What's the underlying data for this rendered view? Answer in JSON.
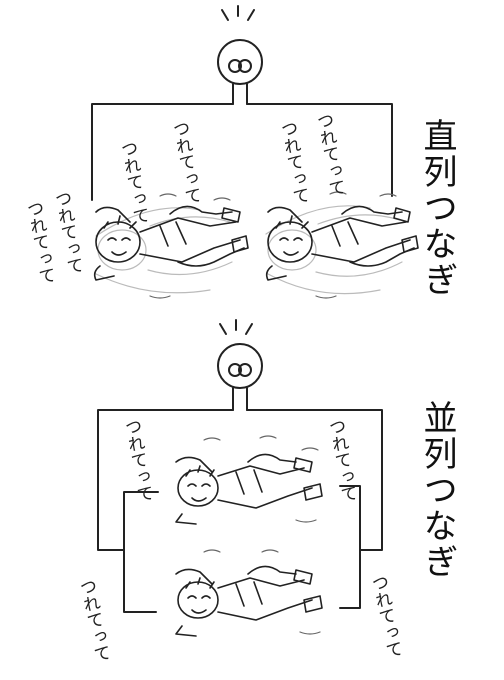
{
  "title_series": "直列つなぎ",
  "title_parallel": "並列つなぎ",
  "sfx": "つれてって",
  "icons": {
    "bulb": "light-bulb-icon",
    "figure": "lying-figure-drawing"
  },
  "colors": {
    "ink": "#222222",
    "paper": "#ffffff"
  }
}
